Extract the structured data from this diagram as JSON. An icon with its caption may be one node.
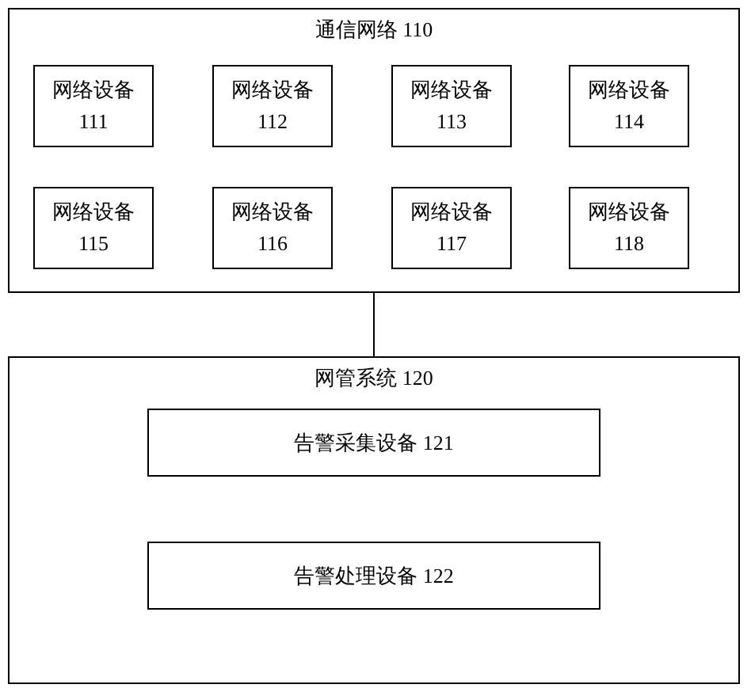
{
  "diagram": {
    "nodes": [
      {
        "text": [
          "通信网络 110"
        ]
      },
      {
        "text": [
          "网络设备111"
        ],
        "in": 0
      },
      {
        "text": [
          "网络设备112"
        ],
        "in": 0
      },
      {
        "text": [
          "网络设备113"
        ],
        "in": 0
      },
      {
        "text": [
          "网络设备114"
        ],
        "in": 0
      },
      {
        "text": [
          "网络设备115"
        ],
        "in": 0
      },
      {
        "text": [
          "网络设备116"
        ],
        "in": 0
      },
      {
        "text": [
          "网络设备117"
        ],
        "in": 0
      },
      {
        "text": [
          "网络设备118"
        ],
        "in": 0
      },
      {
        "text": [
          "网管系统 120"
        ]
      },
      {
        "text": [
          "告警采集设备 121"
        ],
        "in": 9
      },
      {
        "text": [
          "告警处理设备 122"
        ],
        "in": 9
      }
    ],
    "edges": [
      {
        "from": 0,
        "to": 9,
        "arrow": "none"
      }
    ]
  }
}
